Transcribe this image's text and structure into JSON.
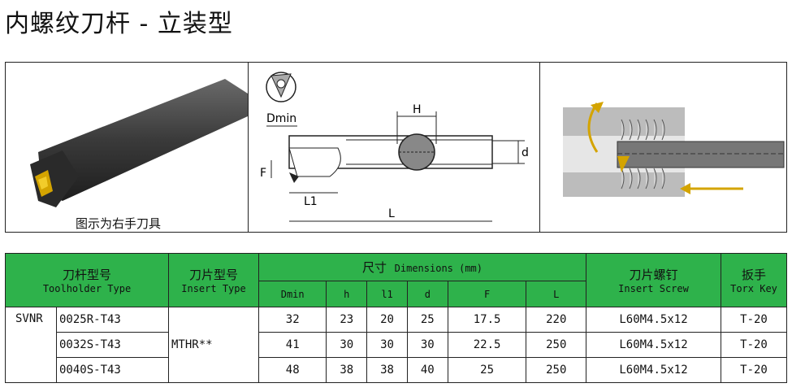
{
  "title": "内螺纹刀杆 - 立装型",
  "panel1": {
    "caption": "图示为右手刀具"
  },
  "diagram": {
    "labels": {
      "dmin": "Dmin",
      "h": "H",
      "f": "F",
      "l1": "L1",
      "l": "L",
      "d": "d"
    }
  },
  "table": {
    "headers": {
      "holder_cn": "刀杆型号",
      "holder_en": "Toolholder Type",
      "insert_cn": "刀片型号",
      "insert_en": "Insert Type",
      "dims_cn": "尺寸",
      "dims_en": "Dimensions (mm)",
      "screw_cn": "刀片螺钉",
      "screw_en": "Insert Screw",
      "key_cn": "扳手",
      "key_en": "Torx Key",
      "sub": [
        "Dmin",
        "h",
        "l1",
        "d",
        "F",
        "L"
      ]
    },
    "series": "SVNR",
    "insert": "MTHR**",
    "rows": [
      {
        "type": "0025R-T43",
        "dims": [
          "32",
          "23",
          "20",
          "25",
          "17.5",
          "220"
        ],
        "screw": "L60M4.5x12",
        "key": "T-20"
      },
      {
        "type": "0032S-T43",
        "dims": [
          "41",
          "30",
          "30",
          "30",
          "22.5",
          "250"
        ],
        "screw": "L60M4.5x12",
        "key": "T-20"
      },
      {
        "type": "0040S-T43",
        "dims": [
          "48",
          "38",
          "38",
          "40",
          "25",
          "250"
        ],
        "screw": "L60M4.5x12",
        "key": "T-20"
      }
    ]
  }
}
